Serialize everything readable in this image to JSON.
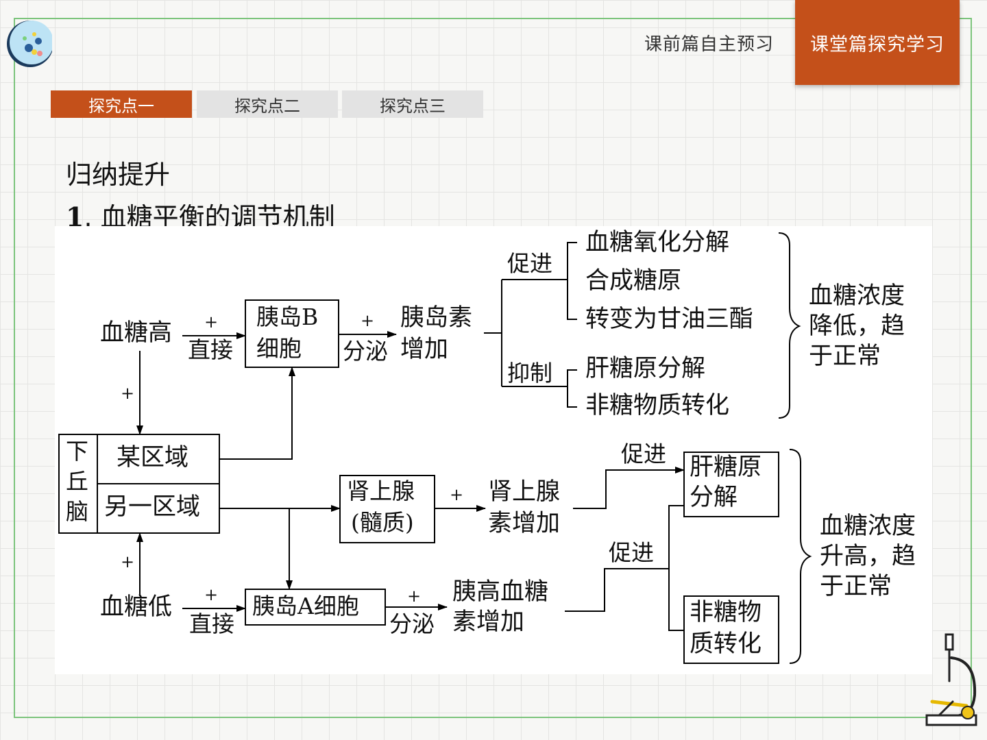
{
  "header": {
    "nav_inactive": "课前篇自主预习",
    "nav_active": "课堂篇探究学习"
  },
  "tabs": [
    "探究点一",
    "探究点二",
    "探究点三"
  ],
  "section_title": "归纳提升",
  "subtitle": {
    "number": "1",
    "text": ". 血糖平衡的调节机制"
  },
  "diagram": {
    "blood_high": "血糖高",
    "blood_low": "血糖低",
    "plus": "+",
    "direct": "直接",
    "secrete": "分泌",
    "promote": "促进",
    "inhibit": "抑制",
    "islet_b_line1": "胰岛B",
    "islet_b_line2": "细胞",
    "insulin_line1": "胰岛素",
    "insulin_line2": "增加",
    "glucose_oxidation": "血糖氧化分解",
    "glycogen_synthesis": "合成糖原",
    "to_triglyceride": "转变为甘油三酯",
    "liver_glycogen_breakdown": "肝糖原分解",
    "non_sugar_conversion": "非糖物质转化",
    "lower_line1": "血糖浓度",
    "lower_line2": "降低，趋",
    "lower_line3": "于正常",
    "hypothalamus_c1": "下",
    "hypothalamus_c2": "丘",
    "hypothalamus_c3": "脑",
    "region_a": "某区域",
    "region_b": "另一区域",
    "adrenal_line1": "肾上腺",
    "adrenal_line2": "(髓质)",
    "adrenaline_line1": "肾上腺",
    "adrenaline_line2": "素增加",
    "islet_a": "胰岛A细胞",
    "glucagon_line1": "胰高血糖",
    "glucagon_line2": "素增加",
    "box_liver_line1": "肝糖原",
    "box_liver_line2": "分解",
    "box_nonsugar_line1": "非糖物",
    "box_nonsugar_line2": "质转化",
    "raise_line1": "血糖浓度",
    "raise_line2": "升高，趋",
    "raise_line3": "于正常"
  },
  "colors": {
    "accent": "#c4501a",
    "frame": "#7cc47c",
    "tab_inactive": "#e3e3e3"
  }
}
